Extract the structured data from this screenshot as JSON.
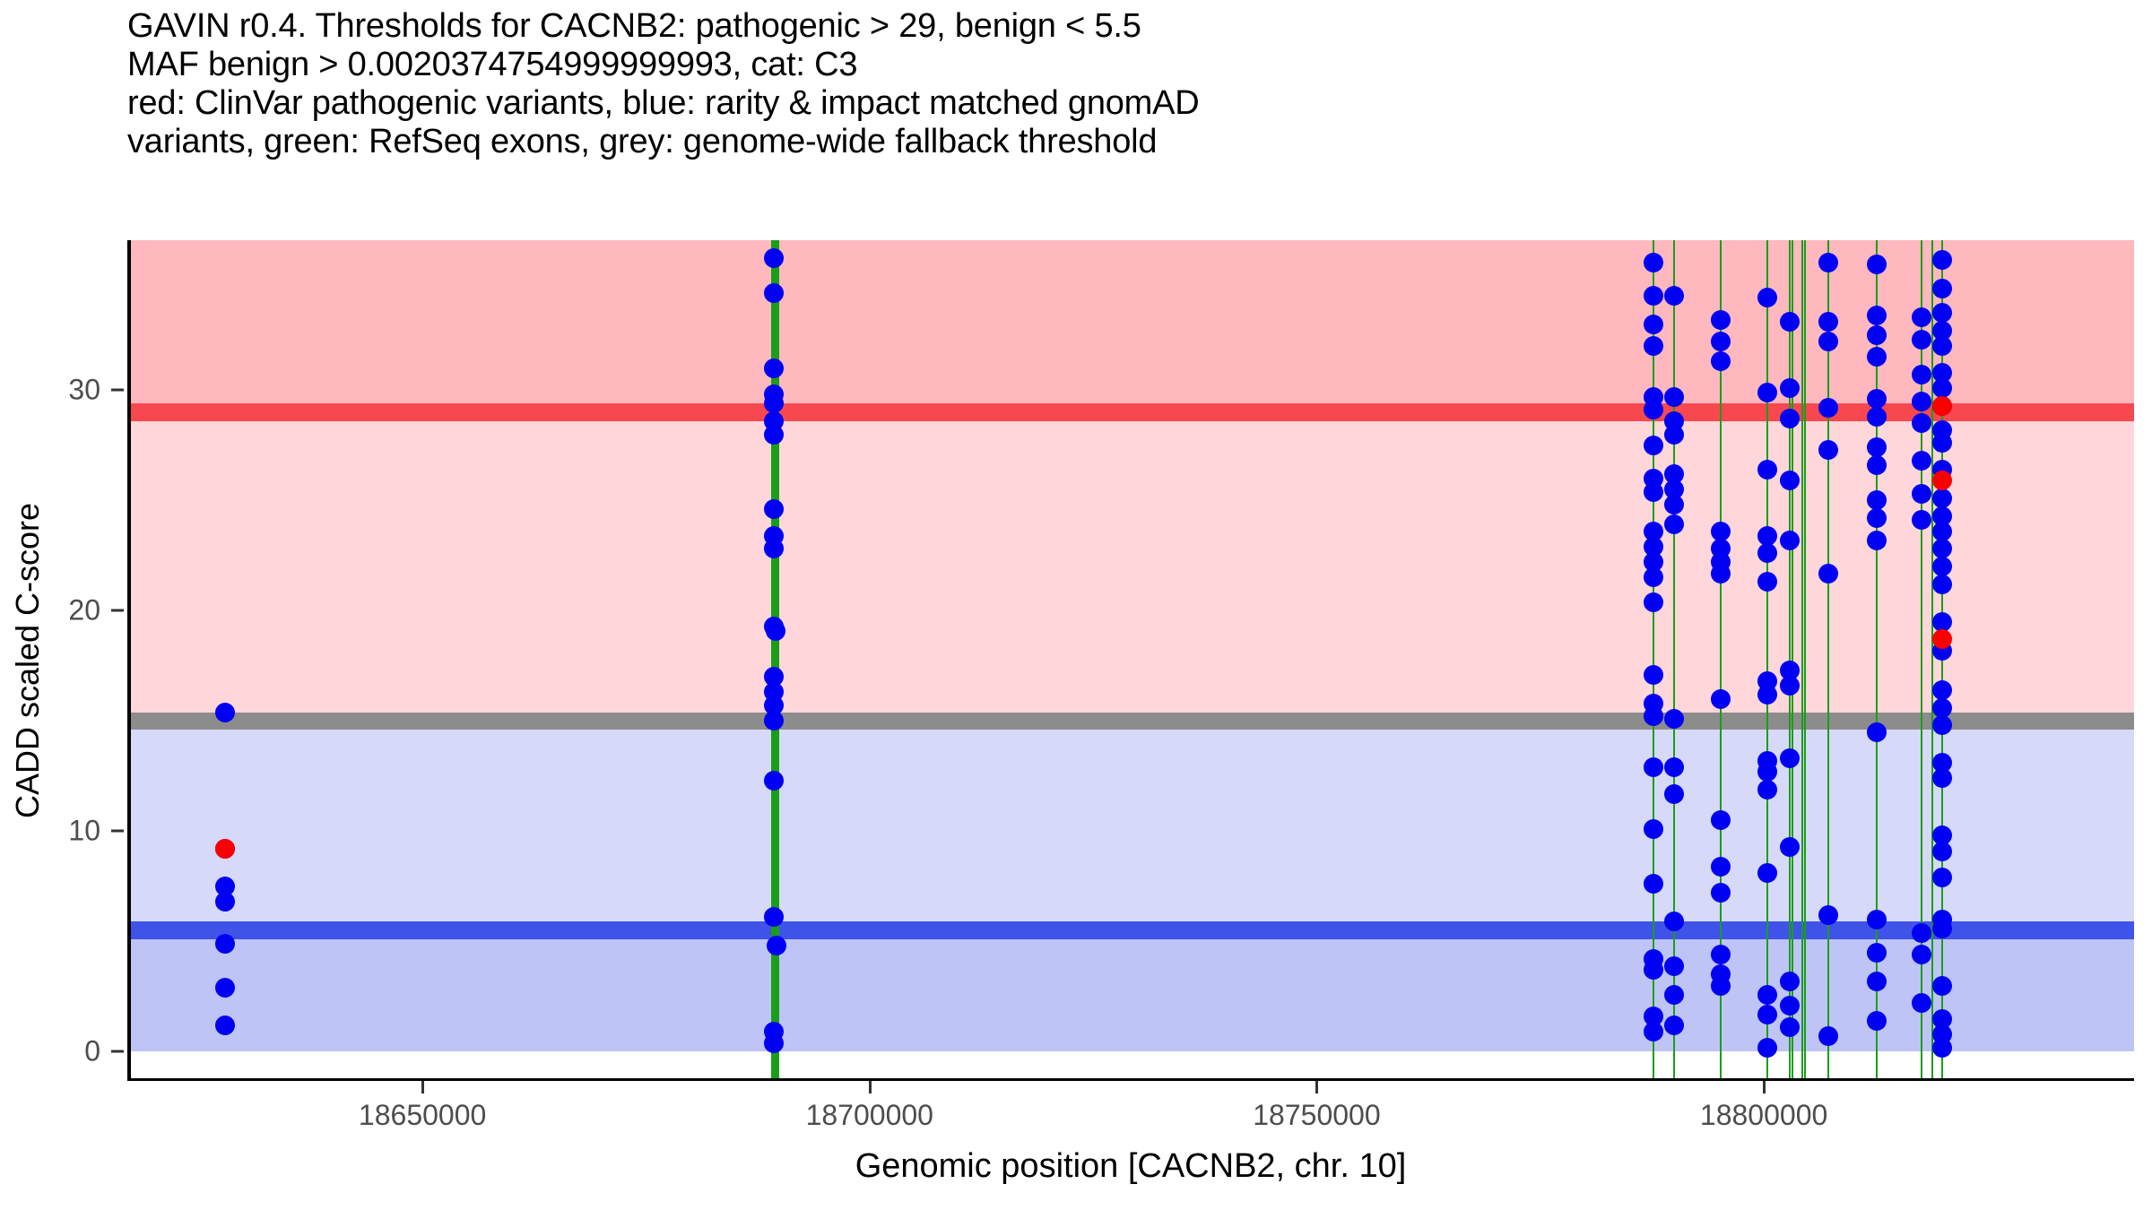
{
  "title": {
    "line1": "GAVIN r0.4. Thresholds for CACNB2: pathogenic > 29, benign < 5.5",
    "line2": "MAF benign > 0.0020374754999999993, cat: C3",
    "line3": "red: ClinVar pathogenic variants, blue: rarity & impact matched gnomAD",
    "line4": "variants, green: RefSeq exons, grey: genome-wide fallback threshold"
  },
  "axes": {
    "y_title": "CADD scaled C-score",
    "x_title": "Genomic position [CACNB2, chr. 10]",
    "y_ticks": [
      0,
      10,
      20,
      30
    ],
    "x_ticks": [
      18650000,
      18700000,
      18750000,
      18800000
    ]
  },
  "colors": {
    "pathogenic_line": "#f8484f",
    "pathogenic_band_upper": "#ffb8bd",
    "pathogenic_band_lower": "#ffd6da",
    "fallback_line": "#8c8c8c",
    "benign_line": "#4053e8",
    "benign_band_upper": "#d6d9f7",
    "benign_band_lower": "#bec4f5",
    "exon": "#1a9e1a",
    "clinvar_point": "#fb0000",
    "gnomad_point": "#0000f2"
  },
  "chart_data": {
    "type": "scatter",
    "title": "GAVIN r0.4. Thresholds for CACNB2: pathogenic > 29, benign < 5.5",
    "xlabel": "Genomic position [CACNB2, chr. 10]",
    "ylabel": "CADD scaled C-score",
    "xlim": [
      18617000,
      18841000
    ],
    "ylim": [
      -1.2,
      36.8
    ],
    "grid": false,
    "legend": "none",
    "thresholds": {
      "pathogenic": 29,
      "benign": 5.5,
      "genome_wide_fallback": 15,
      "maf_benign": 0.0020374754999999993,
      "category": "C3"
    },
    "bands": [
      {
        "name": "pathogenic-upper",
        "from": 29.4,
        "to": 36.8,
        "color": "#ffb8bd"
      },
      {
        "name": "pathogenic-line",
        "from": 28.6,
        "to": 29.4,
        "color": "#f8484f"
      },
      {
        "name": "pathogenic-lower",
        "from": 15.4,
        "to": 28.6,
        "color": "#ffd6da"
      },
      {
        "name": "fallback-line",
        "from": 14.6,
        "to": 15.4,
        "color": "#8c8c8c"
      },
      {
        "name": "benign-upper",
        "from": 5.9,
        "to": 14.6,
        "color": "#d6d9f7"
      },
      {
        "name": "benign-line",
        "from": 5.1,
        "to": 5.9,
        "color": "#4053e8"
      },
      {
        "name": "benign-lower",
        "from": 0.0,
        "to": 5.1,
        "color": "#bec4f5"
      }
    ],
    "exons": [
      {
        "x": 18688900,
        "width": 7
      },
      {
        "x": 18689350,
        "width": 2
      },
      {
        "x": 18787300,
        "width": 2
      },
      {
        "x": 18789600,
        "width": 2
      },
      {
        "x": 18794800,
        "width": 2
      },
      {
        "x": 18800000,
        "width": 2
      },
      {
        "x": 18802500,
        "width": 2
      },
      {
        "x": 18802750,
        "width": 2
      },
      {
        "x": 18803900,
        "width": 2
      },
      {
        "x": 18804200,
        "width": 2
      },
      {
        "x": 18806800,
        "width": 2
      },
      {
        "x": 18812200,
        "width": 2
      },
      {
        "x": 18817200,
        "width": 2
      },
      {
        "x": 18818400,
        "width": 2
      },
      {
        "x": 18819500,
        "width": 2
      }
    ],
    "series": [
      {
        "name": "ClinVar pathogenic variants",
        "color": "#fb0000",
        "points": [
          {
            "x": 18627500,
            "y": 9.2
          },
          {
            "x": 18819500,
            "y": 29.3
          },
          {
            "x": 18819500,
            "y": 25.9
          },
          {
            "x": 18819500,
            "y": 18.7
          }
        ]
      },
      {
        "name": "rarity & impact matched gnomAD variants",
        "color": "#0000f2",
        "points": [
          {
            "x": 18627500,
            "y": 15.4
          },
          {
            "x": 18627500,
            "y": 9.2
          },
          {
            "x": 18627500,
            "y": 7.5
          },
          {
            "x": 18627500,
            "y": 6.8
          },
          {
            "x": 18627500,
            "y": 4.9
          },
          {
            "x": 18627500,
            "y": 2.9
          },
          {
            "x": 18627500,
            "y": 1.2
          },
          {
            "x": 18688900,
            "y": 36.0
          },
          {
            "x": 18688900,
            "y": 34.4
          },
          {
            "x": 18688900,
            "y": 31.0
          },
          {
            "x": 18688900,
            "y": 29.8
          },
          {
            "x": 18688900,
            "y": 29.4
          },
          {
            "x": 18688900,
            "y": 28.6
          },
          {
            "x": 18688900,
            "y": 28.0
          },
          {
            "x": 18688900,
            "y": 24.6
          },
          {
            "x": 18688900,
            "y": 23.4
          },
          {
            "x": 18688900,
            "y": 22.8
          },
          {
            "x": 18688900,
            "y": 19.3
          },
          {
            "x": 18689100,
            "y": 19.1
          },
          {
            "x": 18688900,
            "y": 17.0
          },
          {
            "x": 18688900,
            "y": 16.3
          },
          {
            "x": 18688900,
            "y": 15.7
          },
          {
            "x": 18688900,
            "y": 15.0
          },
          {
            "x": 18688900,
            "y": 12.3
          },
          {
            "x": 18688900,
            "y": 6.1
          },
          {
            "x": 18689150,
            "y": 4.8
          },
          {
            "x": 18688900,
            "y": 0.9
          },
          {
            "x": 18688900,
            "y": 0.4
          },
          {
            "x": 18787300,
            "y": 35.8
          },
          {
            "x": 18787300,
            "y": 34.3
          },
          {
            "x": 18787300,
            "y": 33.0
          },
          {
            "x": 18787300,
            "y": 32.0
          },
          {
            "x": 18787300,
            "y": 29.7
          },
          {
            "x": 18787300,
            "y": 29.1
          },
          {
            "x": 18787300,
            "y": 27.5
          },
          {
            "x": 18787300,
            "y": 26.0
          },
          {
            "x": 18787300,
            "y": 25.4
          },
          {
            "x": 18787300,
            "y": 23.6
          },
          {
            "x": 18787300,
            "y": 22.9
          },
          {
            "x": 18787300,
            "y": 22.2
          },
          {
            "x": 18787300,
            "y": 21.5
          },
          {
            "x": 18787300,
            "y": 20.4
          },
          {
            "x": 18787300,
            "y": 17.1
          },
          {
            "x": 18787300,
            "y": 15.8
          },
          {
            "x": 18787300,
            "y": 15.2
          },
          {
            "x": 18787300,
            "y": 12.9
          },
          {
            "x": 18787300,
            "y": 10.1
          },
          {
            "x": 18787300,
            "y": 7.6
          },
          {
            "x": 18787300,
            "y": 4.2
          },
          {
            "x": 18787300,
            "y": 3.7
          },
          {
            "x": 18787300,
            "y": 1.6
          },
          {
            "x": 18787300,
            "y": 0.9
          },
          {
            "x": 18789600,
            "y": 34.3
          },
          {
            "x": 18789600,
            "y": 29.7
          },
          {
            "x": 18789600,
            "y": 28.6
          },
          {
            "x": 18789600,
            "y": 28.0
          },
          {
            "x": 18789600,
            "y": 26.2
          },
          {
            "x": 18789600,
            "y": 25.5
          },
          {
            "x": 18789600,
            "y": 24.8
          },
          {
            "x": 18789600,
            "y": 23.9
          },
          {
            "x": 18789600,
            "y": 15.1
          },
          {
            "x": 18789600,
            "y": 12.9
          },
          {
            "x": 18789600,
            "y": 11.7
          },
          {
            "x": 18789600,
            "y": 5.9
          },
          {
            "x": 18789600,
            "y": 3.9
          },
          {
            "x": 18789600,
            "y": 2.6
          },
          {
            "x": 18789600,
            "y": 1.2
          },
          {
            "x": 18794800,
            "y": 33.2
          },
          {
            "x": 18794800,
            "y": 32.2
          },
          {
            "x": 18794800,
            "y": 31.3
          },
          {
            "x": 18794800,
            "y": 23.6
          },
          {
            "x": 18794800,
            "y": 22.8
          },
          {
            "x": 18794800,
            "y": 22.2
          },
          {
            "x": 18794800,
            "y": 21.7
          },
          {
            "x": 18794800,
            "y": 16.0
          },
          {
            "x": 18794800,
            "y": 10.5
          },
          {
            "x": 18794800,
            "y": 8.4
          },
          {
            "x": 18794800,
            "y": 7.2
          },
          {
            "x": 18794800,
            "y": 4.4
          },
          {
            "x": 18794800,
            "y": 3.5
          },
          {
            "x": 18794800,
            "y": 3.0
          },
          {
            "x": 18800000,
            "y": 34.2
          },
          {
            "x": 18800000,
            "y": 29.9
          },
          {
            "x": 18800000,
            "y": 26.4
          },
          {
            "x": 18800000,
            "y": 23.4
          },
          {
            "x": 18800000,
            "y": 22.6
          },
          {
            "x": 18800000,
            "y": 21.3
          },
          {
            "x": 18800000,
            "y": 16.8
          },
          {
            "x": 18800000,
            "y": 16.2
          },
          {
            "x": 18800000,
            "y": 13.2
          },
          {
            "x": 18800000,
            "y": 12.7
          },
          {
            "x": 18800000,
            "y": 11.9
          },
          {
            "x": 18800000,
            "y": 8.1
          },
          {
            "x": 18800000,
            "y": 2.6
          },
          {
            "x": 18800000,
            "y": 1.7
          },
          {
            "x": 18800000,
            "y": 0.2
          },
          {
            "x": 18802500,
            "y": 33.1
          },
          {
            "x": 18802500,
            "y": 30.1
          },
          {
            "x": 18802500,
            "y": 28.7
          },
          {
            "x": 18802500,
            "y": 25.9
          },
          {
            "x": 18802500,
            "y": 23.2
          },
          {
            "x": 18802500,
            "y": 17.3
          },
          {
            "x": 18802500,
            "y": 16.6
          },
          {
            "x": 18802500,
            "y": 13.3
          },
          {
            "x": 18802500,
            "y": 9.3
          },
          {
            "x": 18802500,
            "y": 3.2
          },
          {
            "x": 18802500,
            "y": 2.1
          },
          {
            "x": 18802500,
            "y": 1.1
          },
          {
            "x": 18806800,
            "y": 35.8
          },
          {
            "x": 18806800,
            "y": 33.1
          },
          {
            "x": 18806800,
            "y": 32.2
          },
          {
            "x": 18806800,
            "y": 29.2
          },
          {
            "x": 18806800,
            "y": 27.3
          },
          {
            "x": 18806800,
            "y": 21.7
          },
          {
            "x": 18806800,
            "y": 6.2
          },
          {
            "x": 18806800,
            "y": 0.7
          },
          {
            "x": 18812200,
            "y": 35.7
          },
          {
            "x": 18812200,
            "y": 33.4
          },
          {
            "x": 18812200,
            "y": 32.5
          },
          {
            "x": 18812200,
            "y": 31.5
          },
          {
            "x": 18812200,
            "y": 29.6
          },
          {
            "x": 18812200,
            "y": 28.8
          },
          {
            "x": 18812200,
            "y": 27.4
          },
          {
            "x": 18812200,
            "y": 26.6
          },
          {
            "x": 18812200,
            "y": 25.0
          },
          {
            "x": 18812200,
            "y": 24.2
          },
          {
            "x": 18812200,
            "y": 23.2
          },
          {
            "x": 18812200,
            "y": 14.5
          },
          {
            "x": 18812200,
            "y": 6.0
          },
          {
            "x": 18812200,
            "y": 4.5
          },
          {
            "x": 18812200,
            "y": 3.2
          },
          {
            "x": 18812200,
            "y": 1.4
          },
          {
            "x": 18817200,
            "y": 33.3
          },
          {
            "x": 18817200,
            "y": 32.3
          },
          {
            "x": 18817200,
            "y": 30.7
          },
          {
            "x": 18817200,
            "y": 29.5
          },
          {
            "x": 18817200,
            "y": 28.5
          },
          {
            "x": 18817200,
            "y": 26.8
          },
          {
            "x": 18817200,
            "y": 25.3
          },
          {
            "x": 18817200,
            "y": 24.1
          },
          {
            "x": 18817200,
            "y": 5.4
          },
          {
            "x": 18817200,
            "y": 4.4
          },
          {
            "x": 18817200,
            "y": 2.2
          },
          {
            "x": 18819500,
            "y": 35.9
          },
          {
            "x": 18819500,
            "y": 34.6
          },
          {
            "x": 18819500,
            "y": 33.5
          },
          {
            "x": 18819500,
            "y": 32.7
          },
          {
            "x": 18819500,
            "y": 32.0
          },
          {
            "x": 18819500,
            "y": 30.8
          },
          {
            "x": 18819500,
            "y": 30.1
          },
          {
            "x": 18819500,
            "y": 29.3
          },
          {
            "x": 18819500,
            "y": 28.2
          },
          {
            "x": 18819500,
            "y": 27.6
          },
          {
            "x": 18819500,
            "y": 26.4
          },
          {
            "x": 18819500,
            "y": 25.1
          },
          {
            "x": 18819500,
            "y": 24.3
          },
          {
            "x": 18819500,
            "y": 23.6
          },
          {
            "x": 18819500,
            "y": 22.8
          },
          {
            "x": 18819500,
            "y": 22.0
          },
          {
            "x": 18819500,
            "y": 21.2
          },
          {
            "x": 18819500,
            "y": 19.5
          },
          {
            "x": 18819500,
            "y": 18.2
          },
          {
            "x": 18819500,
            "y": 16.4
          },
          {
            "x": 18819500,
            "y": 15.6
          },
          {
            "x": 18819500,
            "y": 14.8
          },
          {
            "x": 18819500,
            "y": 13.1
          },
          {
            "x": 18819500,
            "y": 12.4
          },
          {
            "x": 18819500,
            "y": 9.8
          },
          {
            "x": 18819500,
            "y": 9.1
          },
          {
            "x": 18819500,
            "y": 7.9
          },
          {
            "x": 18819500,
            "y": 6.0
          },
          {
            "x": 18819500,
            "y": 5.6
          },
          {
            "x": 18819500,
            "y": 3.0
          },
          {
            "x": 18819500,
            "y": 1.5
          },
          {
            "x": 18819500,
            "y": 0.8
          },
          {
            "x": 18819500,
            "y": 0.2
          }
        ]
      }
    ]
  }
}
